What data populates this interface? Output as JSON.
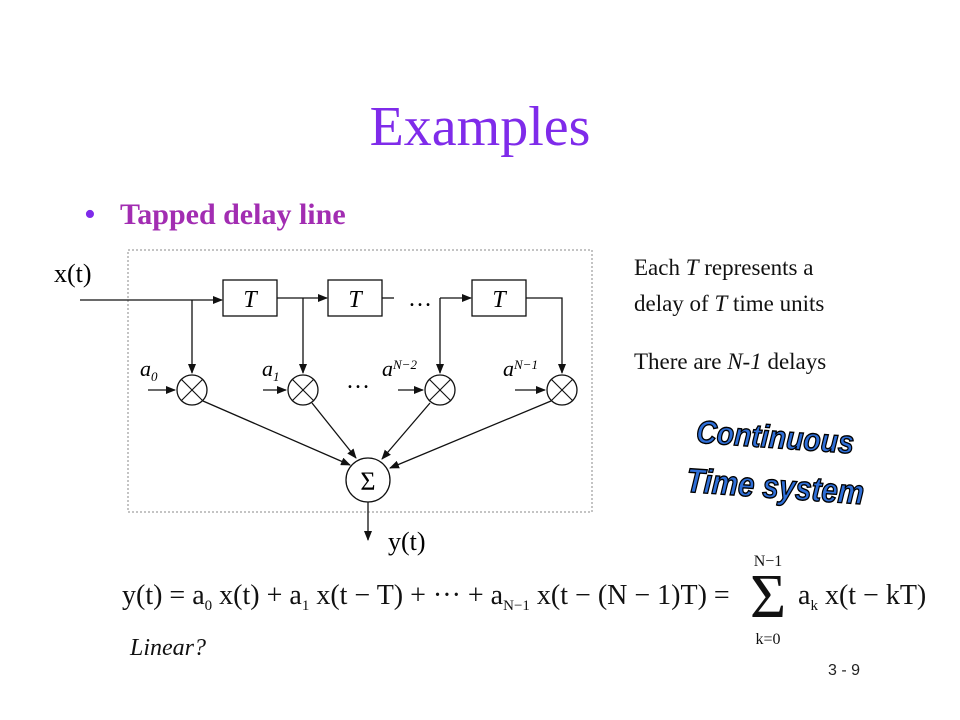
{
  "slide": {
    "title": "Examples",
    "bullet": "Tapped delay line",
    "notes": {
      "line1_prefix": "Each ",
      "line1_var": "T",
      "line1_suffix": " represents a",
      "line2_prefix": "delay of ",
      "line2_var": "T",
      "line2_suffix": " time units",
      "line3_prefix": "There are ",
      "line3_var": "N-1",
      "line3_suffix": " delays"
    },
    "question": "Linear?",
    "page_number": "3 - 9",
    "stamp_line1": "Continuous",
    "stamp_line2": "Time system"
  },
  "diagram": {
    "input_label": "x(t)",
    "output_label": "y(t)",
    "delay_label": "T",
    "ellipsis": "…",
    "sum_symbol": "Σ",
    "coefficients": [
      "a0",
      "a1",
      "aN-2",
      "aN-1"
    ]
  },
  "equation": {
    "text": "y(t) = a0 x(t) + a1 x(t−T) + ··· + aN−1 x(t−(N−1)T) = Σ_{k=0}^{N−1} ak x(t−kT)"
  },
  "colors": {
    "title": "#7f2bea",
    "bullet": "#a22db2",
    "stamp_fill": "#2f6fd8",
    "stamp_outline": "#000000"
  }
}
